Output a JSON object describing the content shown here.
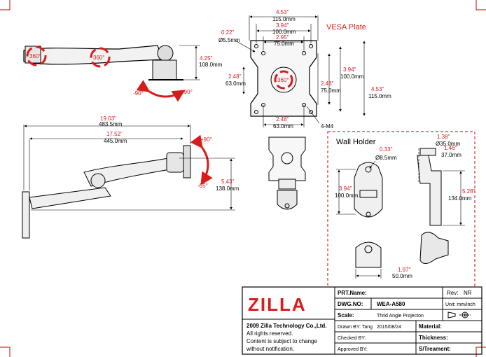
{
  "side_view": {
    "reach_in": "19.03\"",
    "reach_mm": "483.5mm",
    "arm_in": "17.52\"",
    "arm_mm": "445.0mm",
    "tilt_up": "+90°",
    "tilt_down": "-65°",
    "height_in": "5.43\"",
    "height_mm": "138.0mm"
  },
  "top_view": {
    "rotation_1": "360°",
    "rotation_2": "360°",
    "height_in": "4.25\"",
    "height_mm": "108.0mm",
    "swivel_left": "-90°",
    "swivel_right": "+90°"
  },
  "vesa_plate": {
    "title": "VESA Plate",
    "width_in": "4.53\"",
    "width_mm": "115.0mm",
    "vesa100_in": "3.94\"",
    "vesa100_mm": "100.0mm",
    "vesa75_in": "2.95\"",
    "vesa75_mm": "75.0mm",
    "hole_in": "0.22\"",
    "hole_mm": "Ø5.5mm",
    "side_in": "2.48\"",
    "side_mm": "63.0mm",
    "rotation": "360°",
    "v75_in": "2.48\"",
    "v75_mm": "75.0mm",
    "v100_in": "3.94\"",
    "v100_mm": "100.0mm",
    "height_in": "4.53\"",
    "height_mm": "115.0mm",
    "bottom_in": "2.48\"",
    "bottom_mm": "63.0mm",
    "screw": "4-M4"
  },
  "wall_holder": {
    "title": "Wall Holder",
    "hole_in": "0.33\"",
    "hole_mm": "Ø8.5mm",
    "height_in": "3.94\"",
    "height_mm": "100.0mm",
    "top_in": "1.38\"",
    "top_mm": "Ø35.0mm",
    "depth_in": "1.46\"",
    "depth_mm": "37.0mm",
    "side_in": "5.28\"",
    "side_mm": "134.0mm",
    "width_in": "1.97\"",
    "width_mm": "50.0mm"
  },
  "title_block": {
    "logo": "ZILLA",
    "company": "2009 Zilla Technology Co.,Ltd.",
    "rights": "All rights reserved.",
    "notice1": "Content is subject to change",
    "notice2": "without notification.",
    "part_name_label": "PRT.Name:",
    "rev_label": "Rev:",
    "rev_value": "NR",
    "dwg_label": "DWG.NO:",
    "dwg_value": "WEA-A580",
    "unit_label": "Unit: mm/inch",
    "scale_label": "Scale:",
    "projection": "Thrid Angle Projecton",
    "drawn_label": "Drawn BY: Tang",
    "drawn_date": "2015/08/24",
    "material_label": "Material:",
    "checked_label": "Checked BY:",
    "thickness_label": "Thickness:",
    "approved_label": "Approved BY:",
    "treatment_label": "S/Treament:"
  },
  "colors": {
    "ink": "#000000",
    "accent_red": "#d81b1b",
    "frame_red": "#cc0000"
  }
}
